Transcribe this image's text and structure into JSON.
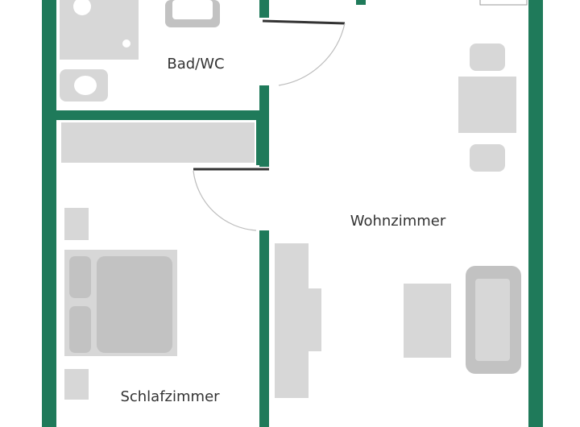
{
  "rooms": {
    "bathroom": "Bad/WC",
    "living_room": "Wohnzimmer",
    "bedroom": "Schlafzimmer"
  },
  "colors": {
    "wall": "#1f7a5a",
    "furniture": "#d7d7d7",
    "label": "#333333"
  }
}
